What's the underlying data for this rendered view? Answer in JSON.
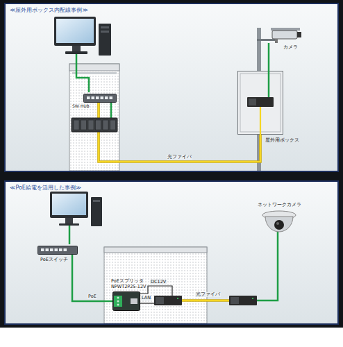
{
  "diagram": {
    "nodes": [
      {
        "text": [
          "≪屋外用ボックス内配線事例≫"
        ]
      },
      {
        "text": [
          "SW HUB"
        ],
        "in": 0
      },
      {
        "text": [
          "カメラ"
        ],
        "in": 0
      },
      {
        "text": [
          "屋外用ボックス"
        ],
        "in": 0
      },
      {
        "text": [
          "≪PoE給電を活用した事例≫"
        ]
      },
      {
        "text": [
          "PoEスイッチ"
        ],
        "in": 4
      },
      {
        "text": [
          "PoEスプリッタ NPWT2P25-12V"
        ],
        "in": 4
      },
      {
        "text": [
          "ネットワークカメラ"
        ],
        "in": 4
      }
    ],
    "edges": [
      {
        "from": 1,
        "to": 3,
        "label": "光ファイバ",
        "arrow": "none"
      },
      {
        "from": 3,
        "to": 2,
        "arrow": "none"
      },
      {
        "from": 5,
        "to": 6,
        "label": "PoE",
        "arrow": "none"
      }
    ],
    "labels": [
      "DC12V",
      "LAN",
      "光ファイバ"
    ]
  }
}
